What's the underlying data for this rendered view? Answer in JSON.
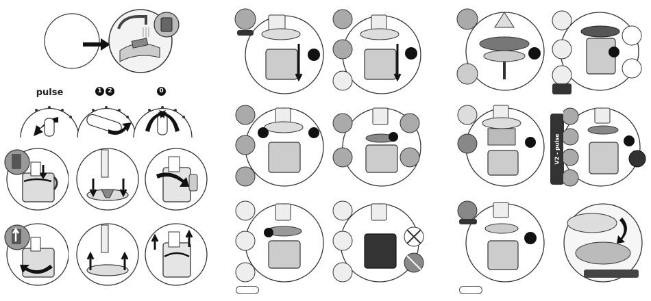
{
  "panel1": {
    "dial_pulse": {
      "title": "pulse",
      "marks": [
        "pulse",
        "0",
        "1",
        "2"
      ]
    },
    "dial_speed": {
      "title_badges": [
        "1",
        "2"
      ],
      "marks": [
        "pulse",
        "0",
        "1",
        "2"
      ]
    },
    "dial_off": {
      "title_badge": "0",
      "marks": [
        "pulse",
        "0",
        "1",
        "2"
      ]
    }
  },
  "panel3": {
    "vertical_label": "V2 - pulse"
  }
}
